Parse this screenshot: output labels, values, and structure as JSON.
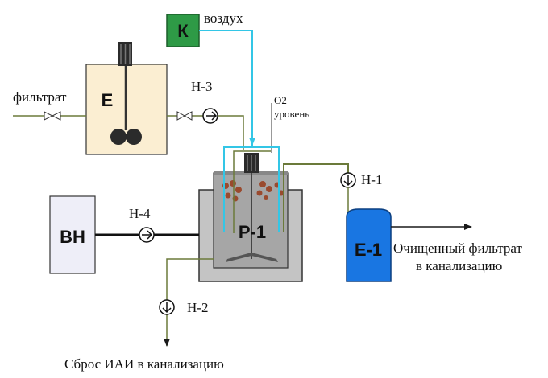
{
  "units": {
    "compressor": "К",
    "tank_e": "Е",
    "reactor": "Р-1",
    "vacuum": "ВН",
    "tank_e1": "Е-1"
  },
  "pumps": {
    "h1": "Н-1",
    "h2": "Н-2",
    "h3": "Н-3",
    "h4": "Н-4"
  },
  "labels": {
    "air": "воздух",
    "filtrate": "фильтрат",
    "o2": "O2",
    "level": "уровень",
    "clean_line1": "Очищенный фильтрат",
    "clean_line2": "в канализацию",
    "discharge": "Сброс ИАИ в канализацию"
  },
  "colors": {
    "air_line": "#33c6e6",
    "filtrate_line": "#6b7a3a",
    "compressor_fill": "#2e9a46",
    "tank_fill": "#fbeed2",
    "vacuum_fill": "#eeeef8",
    "reactor_outer": "#c4c4c4",
    "reactor_inner": "#a6a6a6",
    "e1_fill": "#1976e2",
    "particles": "#9a4a2e"
  }
}
